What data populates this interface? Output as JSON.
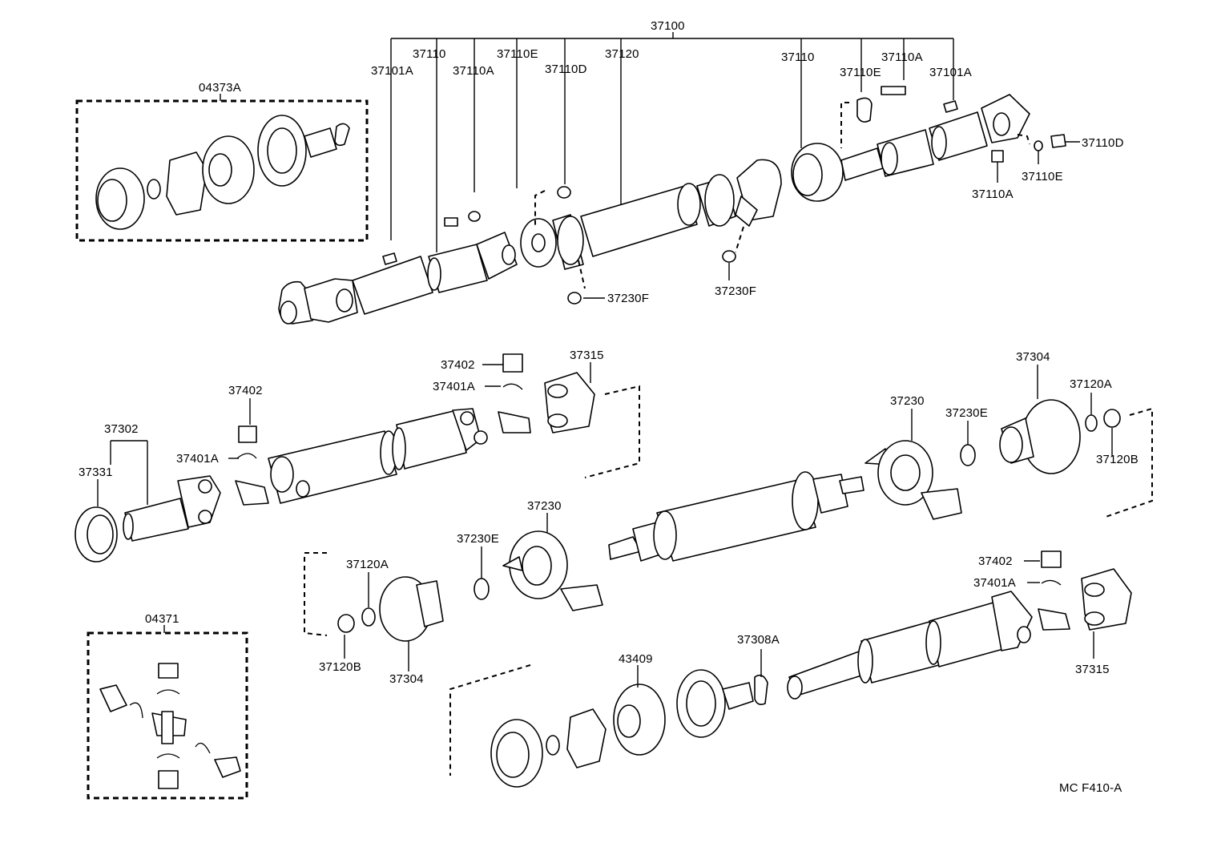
{
  "labels": {
    "l37100": "37100",
    "l37110a_top": "37110",
    "l37110e_top": "37110E",
    "l37120": "37120",
    "l37110_right": "37110",
    "l37110a_right_top": "37110A",
    "l37101a_left": "37101A",
    "l37110a_left": "37110A",
    "l37110d_left": "37110D",
    "l37110e_right": "37110E",
    "l37101a_right": "37101A",
    "l37110d_right": "37110D",
    "l37110e_right2": "37110E",
    "l37110a_right2": "37110A",
    "l04373a": "04373A",
    "l37230f_a": "37230F",
    "l37230f_b": "37230F",
    "l37402_a": "37402",
    "l37401a_a": "37401A",
    "l37315_a": "37315",
    "l37402_b": "37402",
    "l37302": "37302",
    "l37331": "37331",
    "l37401a_b": "37401A",
    "l37304_a": "37304",
    "l37120a_a": "37120A",
    "l37230_a": "37230",
    "l37230e_a": "37230E",
    "l37120b_a": "37120B",
    "l37230_b": "37230",
    "l37230e_b": "37230E",
    "l37120a_b": "37120A",
    "l37120b_b": "37120B",
    "l37304_b": "37304",
    "l04371": "04371",
    "l37402_c": "37402",
    "l37401a_c": "37401A",
    "l43409": "43409",
    "l37308a": "37308A",
    "l37315_b": "37315",
    "footer": "MC  F410-A"
  }
}
